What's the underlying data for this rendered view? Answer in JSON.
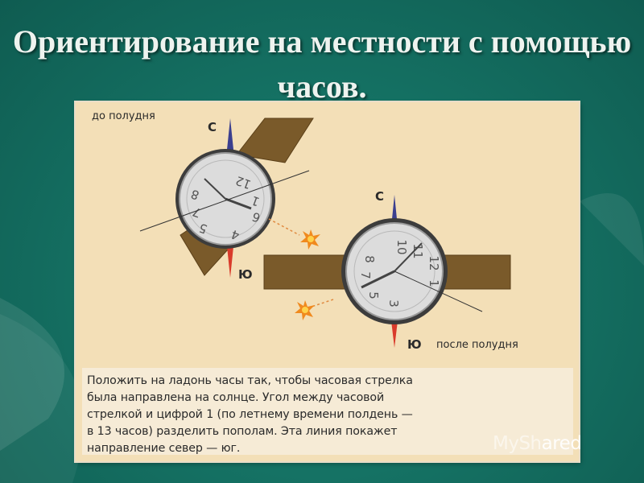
{
  "title": "Ориентирование на местности с помощью часов.",
  "labels": {
    "before_noon": "до полудня",
    "after_noon": "после полудня",
    "north": "С",
    "south": "Ю"
  },
  "caption_lines": [
    "Положить на ладонь часы так, чтобы часовая стрелка",
    "была направлена на солнце. Угол между часовой",
    "стрелкой и цифрой 1 (по летнему времени полдень —",
    "в 13 часов) разделить пополам. Эта линия покажет",
    "направление север — юг."
  ],
  "watermark": {
    "part1": "MySh",
    "part2": "ared"
  },
  "colors": {
    "background": "#157264",
    "panel": "#f3dfb7",
    "strap": "#7a5a2a",
    "north_needle": "#3b3f8f",
    "south_needle": "#d93b2b",
    "sun": "#f08a1e"
  }
}
